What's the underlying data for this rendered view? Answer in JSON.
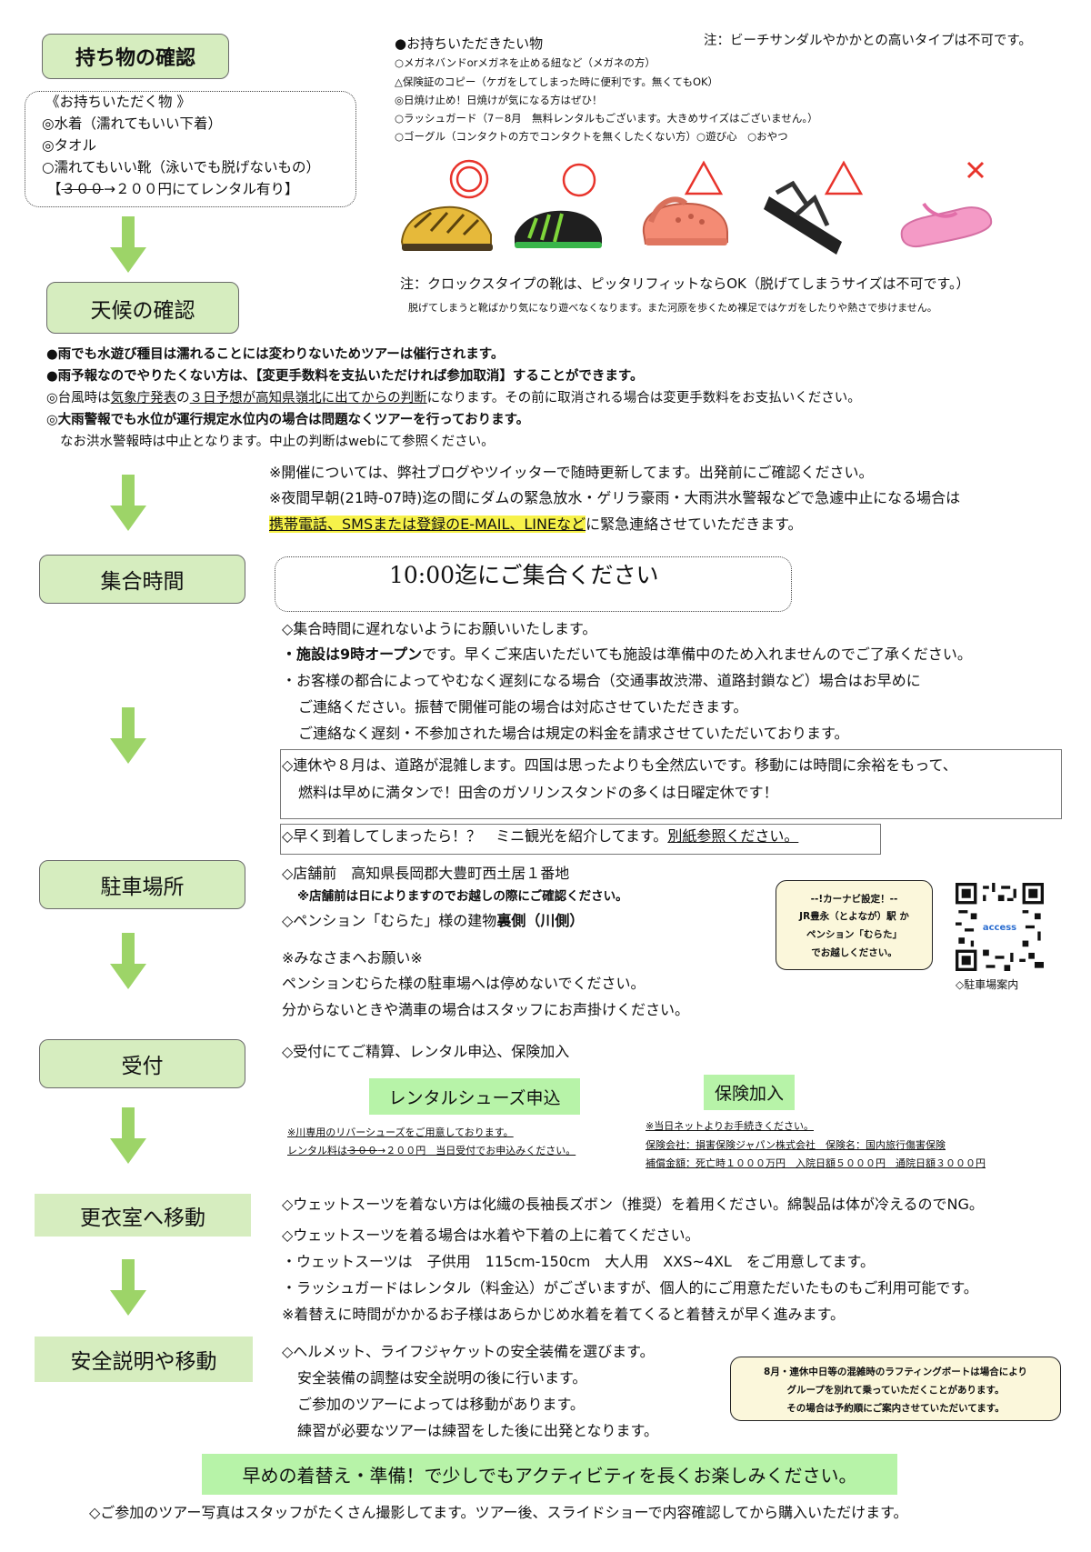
{
  "steps": {
    "belongings": "持ち物の確認",
    "weather": "天候の確認",
    "meeting": "集合時間",
    "parking": "駐車場所",
    "reception": "受付",
    "changing": "更衣室へ移動",
    "safety": "安全説明や移動"
  },
  "belongings_box": {
    "heading": "《お持ちいただく物 》",
    "item1": "◎水着（濡れてもいい下着）",
    "item2": "◎タオル",
    "item3": "○濡れてもいい靴（泳いでも脱げないもの）",
    "rental_open": "【",
    "rental_old": "３００",
    "rental_rest": "→２００円にてレンタル有り】"
  },
  "extra_items": {
    "heading": "●お持ちいただきたい物",
    "note_top": "注：ビーチサンダルやかかとの高いタイプは不可です。",
    "line1": "○メガネバンドorメガネを止める紐など（メガネの方）",
    "line2": "△保険証のコピー（ケガをしてしまった時に便利です。無くてもOK）",
    "line3": "◎日焼け止め！日焼けが気になる方はぜひ！",
    "line4": "○ラッシュガード（7－8月　無料レンタルもございます。大きめサイズはございません。）",
    "line5": "○ゴーグル（コンタクトの方でコンタクトを無くしたくない方）○遊び心　○おやつ"
  },
  "shoe_notes": {
    "line1": "注：クロックスタイプの靴は、ピッタリフィットならOK（脱げてしまうサイズは不可です。）",
    "line2": "脱げてしまうと靴ばかり気になり遊べなくなります。また河原を歩くため裸足ではケガをしたりや熱さで歩けません。"
  },
  "weather": {
    "l1": "●雨でも水遊び種目は濡れることには変わりないためツアーは催行されます。",
    "l2": "●雨予報なのでやりたくない方は、【変更手数料を支払いただければ参加取消】することができます。",
    "l3_a": "◎台風時は",
    "l3_b": "気象庁発表",
    "l3_c": "の",
    "l3_d": "３日予想が高知県嶺北に出てからの判断",
    "l3_e": "になります。その前に取消される場合は変更手数料をお支払いください。",
    "l4": "◎大雨警報でも水位が運行規定水位内の場合は問題なくツアーを行っております。",
    "l5": "なお洪水警報時は中止となります。中止の判断はwebにて参照ください。",
    "l6": "※開催については、弊社ブログやツイッターで随時更新してます。出発前にご確認ください。",
    "l7": "※夜間早朝(21時-07時)迄の間にダムの緊急放水・ゲリラ豪雨・大雨洪水警報などで急遽中止になる場合は",
    "l8_hl": "携帯電話、SMSまたは登録のE-MAIL、LINEなど",
    "l8_rest": "に緊急連絡させていただきます。"
  },
  "meeting": {
    "time": "10:00迄にご集合ください",
    "l1": "◇集合時間に遅れないようにお願いいたします。",
    "l2_b": "・施設は9時オープン",
    "l2_rest": "です。早くご来店いただいても施設は準備中のため入れませんのでご了承ください。",
    "l3": "・お客様の都合によってやむなく遅刻になる場合（交通事故渋滞、道路封鎖など）場合はお早めに",
    "l4": "ご連絡ください。振替で開催可能の場合は対応させていただきます。",
    "l5": "ご連絡なく遅刻・不参加された場合は規定の料金を請求させていただいております。",
    "l6": "◇連休や８月は、道路が混雑します。四国は思ったよりも全然広いです。移動には時間に余裕をもって、",
    "l7": "燃料は早めに満タンで！田舎のガソリンスタンドの多くは日曜定休です！",
    "l8_a": "◇早く到着してしまったら！？　ミニ観光を紹介してます。",
    "l8_link": "別紙参照ください。"
  },
  "parking": {
    "l1": "◇店舗前　高知県長岡郡大豊町西土居１番地",
    "l2": "※店舗前は日によりますのでお越しの際にご確認ください。",
    "l3_a": "◇ペンション「むらた」様の建物",
    "l3_b": "裏側（川側）",
    "l4": "※みなさまへお願い※",
    "l5": "ペンションむらた様の駐車場へは停めないでください。",
    "l6": "分からないときや満車の場合はスタッフにお声掛けください。",
    "navi1": "--!カーナビ設定！--",
    "navi2": "JR豊永（とよなが）駅 か",
    "navi3": "ペンション「むらた」",
    "navi4": "でお越しください。",
    "qr_word": "access",
    "qr_caption": "◇駐車場案内"
  },
  "reception": {
    "l1": "◇受付にてご精算、レンタル申込、保険加入",
    "rental_title": "レンタルシューズ申込",
    "rental_n1": "※川専用のリバーシューズをご用意しております。",
    "rental_n2_a": "レンタル料は",
    "rental_n2_old": "３００",
    "rental_n2_b": "→２００円　当日受付でお申込みください。",
    "ins_title": "保険加入",
    "ins_n1": "※当日ネットよりお手続きください。",
    "ins_n2": "保険会社：損害保険ジャパン株式会社　保険名：国内旅行傷害保険",
    "ins_n3": "補償金額：死亡時１０００万円　入院日額５０００円　通院日額３０００円"
  },
  "changing": {
    "l1": "◇ウェットスーツを着ない方は化繊の長袖長ズボン（推奨）を着用ください。綿製品は体が冷えるのでNG。",
    "l2": "◇ウェットスーツを着る場合は水着や下着の上に着てください。",
    "l3": "・ウェットスーツは　子供用　115cm-150cm　大人用　XXS~4XL　をご用意してます。",
    "l4": "・ラッシュガードはレンタル（料金込）がございますが、個人的にご用意ただいたものもご利用可能です。",
    "l5": "※着替えに時間がかかるお子様はあらかじめ水着を着てくると着替えが早く進みます。"
  },
  "safety": {
    "l1": "◇ヘルメット、ライフジャケットの安全装備を選びます。",
    "l2": "安全装備の調整は安全説明の後に行います。",
    "l3": "ご参加のツアーによっては移動があります。",
    "l4": "練習が必要なツアーは練習をした後に出発となります。",
    "box1": "8月・連休中日等の混雑時のラフティングボートは場合により",
    "box2": "グループを別れて乗っていただくことがあります。",
    "box3": "その場合は予約順にご案内させていただいてます。"
  },
  "footer": {
    "banner": "早めの着替え・準備！で少しでもアクティビティを長くお楽しみください。",
    "photo": "◇ご参加のツアー写真はスタッフがたくさん撮影してます。ツアー後、スライドショーで内容確認してから購入いただけます。"
  },
  "colors": {
    "step_fill": "#d6edbf",
    "arrow": "#9dd468",
    "highlight": "#f7f24a",
    "mark_red": "#e8342c",
    "banner": "#b7f3a8"
  }
}
